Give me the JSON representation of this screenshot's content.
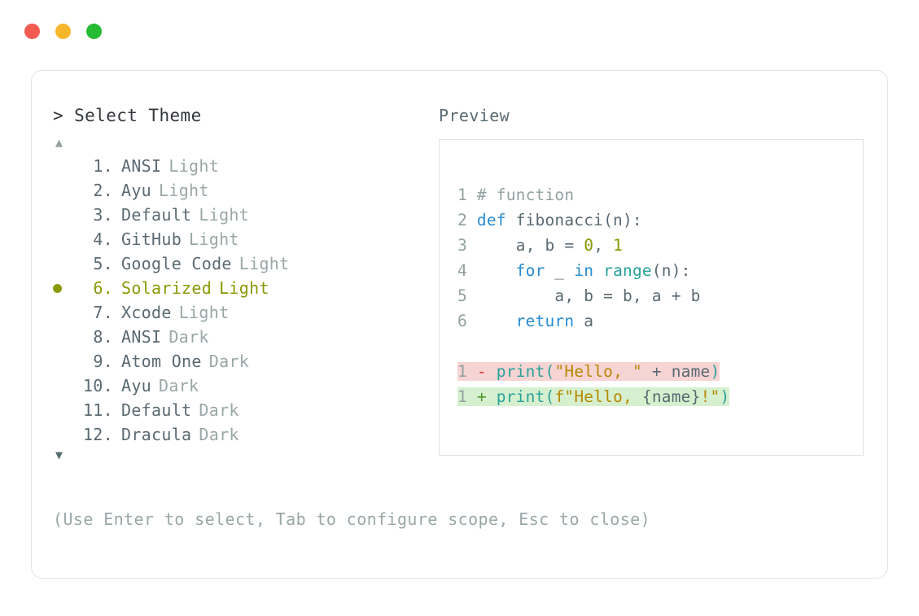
{
  "window": {
    "dots": [
      {
        "name": "close",
        "color": "#f45b51"
      },
      {
        "name": "minimize",
        "color": "#f6b72a"
      },
      {
        "name": "maximize",
        "color": "#25bb33"
      }
    ]
  },
  "picker": {
    "prompt_caret": ">",
    "prompt_title": "Select Theme",
    "scroll_up_glyph": "▲",
    "scroll_down_glyph": "▼",
    "selected_index": 6,
    "selected_bullet": "●",
    "accent_color": "#8a9a06",
    "items": [
      {
        "num": "1.",
        "name": "ANSI",
        "variant": "Light",
        "selected": false
      },
      {
        "num": "2.",
        "name": "Ayu",
        "variant": "Light",
        "selected": false
      },
      {
        "num": "3.",
        "name": "Default",
        "variant": "Light",
        "selected": false
      },
      {
        "num": "4.",
        "name": "GitHub",
        "variant": "Light",
        "selected": false
      },
      {
        "num": "5.",
        "name": "Google Code",
        "variant": "Light",
        "selected": false
      },
      {
        "num": "6.",
        "name": "Solarized",
        "variant": "Light",
        "selected": true
      },
      {
        "num": "7.",
        "name": "Xcode",
        "variant": "Light",
        "selected": false
      },
      {
        "num": "8.",
        "name": "ANSI",
        "variant": "Dark",
        "selected": false
      },
      {
        "num": "9.",
        "name": "Atom One",
        "variant": "Dark",
        "selected": false
      },
      {
        "num": "10.",
        "name": "Ayu",
        "variant": "Dark",
        "selected": false
      },
      {
        "num": "11.",
        "name": "Default",
        "variant": "Dark",
        "selected": false
      },
      {
        "num": "12.",
        "name": "Dracula",
        "variant": "Dark",
        "selected": false
      }
    ]
  },
  "preview": {
    "label": "Preview",
    "code_lines": [
      {
        "ln": "1",
        "tokens": [
          {
            "t": "# function",
            "c": "tok-comment"
          }
        ]
      },
      {
        "ln": "2",
        "tokens": [
          {
            "t": "def ",
            "c": "tok-kw"
          },
          {
            "t": "fibonacci(n):",
            "c": "tok-plain"
          }
        ]
      },
      {
        "ln": "3",
        "tokens": [
          {
            "t": "    a, b = ",
            "c": "tok-plain"
          },
          {
            "t": "0",
            "c": "tok-num"
          },
          {
            "t": ", ",
            "c": "tok-plain"
          },
          {
            "t": "1",
            "c": "tok-num"
          }
        ]
      },
      {
        "ln": "4",
        "tokens": [
          {
            "t": "    ",
            "c": "tok-plain"
          },
          {
            "t": "for",
            "c": "tok-kw"
          },
          {
            "t": " _ ",
            "c": "tok-plain"
          },
          {
            "t": "in",
            "c": "tok-kw"
          },
          {
            "t": " ",
            "c": "tok-plain"
          },
          {
            "t": "range",
            "c": "tok-fn"
          },
          {
            "t": "(n):",
            "c": "tok-plain"
          }
        ]
      },
      {
        "ln": "5",
        "tokens": [
          {
            "t": "        a, b = b, a + b",
            "c": "tok-plain"
          }
        ]
      },
      {
        "ln": "6",
        "tokens": [
          {
            "t": "    ",
            "c": "tok-plain"
          },
          {
            "t": "return",
            "c": "tok-kw"
          },
          {
            "t": " a",
            "c": "tok-plain"
          }
        ]
      }
    ],
    "diff_lines": [
      {
        "ln": "1",
        "kind": "removed",
        "marker": "-",
        "bg": "#f7d4d4",
        "tokens": [
          {
            "t": "print",
            "c": "tok-fn"
          },
          {
            "t": "(",
            "c": "tok-fn"
          },
          {
            "t": "\"Hello, \"",
            "c": "tok-str"
          },
          {
            "t": " + ",
            "c": "tok-plain"
          },
          {
            "t": "name",
            "c": "tok-plain"
          },
          {
            "t": ")",
            "c": "tok-fn"
          }
        ]
      },
      {
        "ln": "1",
        "kind": "added",
        "marker": "+",
        "bg": "#d6f0cf",
        "tokens": [
          {
            "t": "print",
            "c": "tok-fn"
          },
          {
            "t": "(",
            "c": "tok-fn"
          },
          {
            "t": "f\"Hello, ",
            "c": "tok-str"
          },
          {
            "t": "{name}",
            "c": "tok-plain"
          },
          {
            "t": "!\"",
            "c": "tok-str"
          },
          {
            "t": ")",
            "c": "tok-fn"
          }
        ]
      }
    ]
  },
  "footer": {
    "hint": "(Use Enter to select, Tab to configure scope, Esc to close)"
  }
}
